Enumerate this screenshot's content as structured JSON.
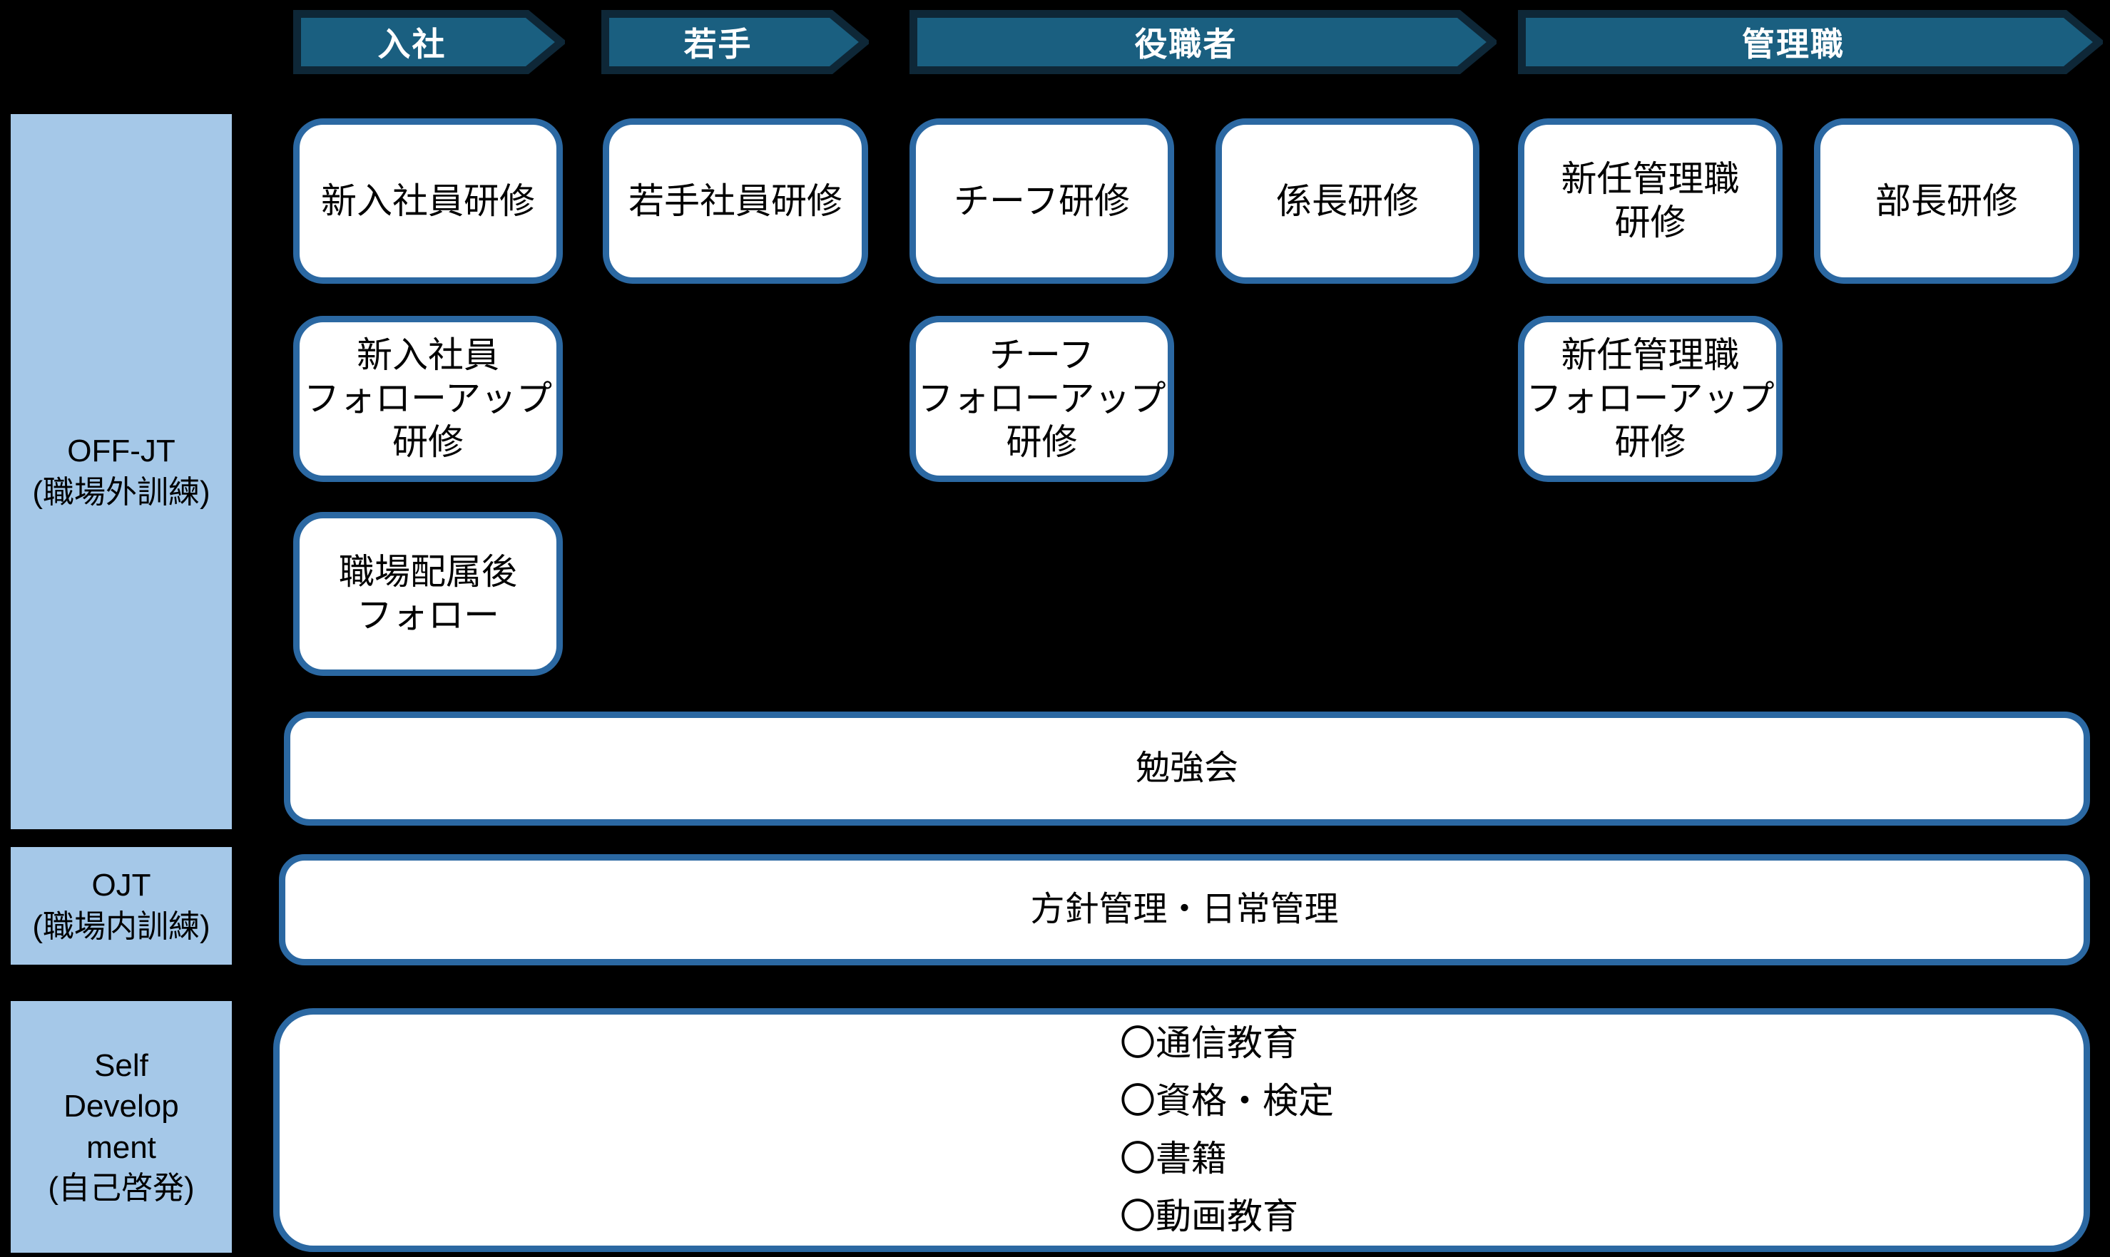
{
  "title": "employee-training-system-diagram",
  "stages": [
    {
      "label": "入社"
    },
    {
      "label": "若手"
    },
    {
      "label": "役職者"
    },
    {
      "label": "管理職"
    }
  ],
  "sidebar": [
    {
      "label": "OFF-JT\n(職場外訓練)"
    },
    {
      "label": "OJT\n(職場内訓練)"
    },
    {
      "label": "Self\nDevelop\nment\n(自己啓発)"
    }
  ],
  "offjt": {
    "row1": [
      "新入社員研修",
      "若手社員研修",
      "チーフ研修",
      "係長研修",
      "新任管理職\n研修",
      "部長研修"
    ],
    "row2": [
      "新入社員\nフォローアップ\n研修",
      "チーフ\nフォローアップ\n研修",
      "新任管理職\nフォローアップ\n研修"
    ],
    "row3": [
      "職場配属後\nフォロー"
    ],
    "study_session": "勉強会"
  },
  "ojt_bar": "方針管理・日常管理",
  "self_dev_items": "〇通信教育\n〇資格・検定\n〇書籍\n〇動画教育",
  "colors": {
    "background": "#000000",
    "arrow_fill": "#1a5f80",
    "arrow_outline": "#0e2737",
    "box_border": "#2b68a2",
    "box_fill": "#ffffff",
    "sidebar_fill": "#a5c8e8",
    "text": "#000000",
    "arrow_text": "#ffffff"
  }
}
